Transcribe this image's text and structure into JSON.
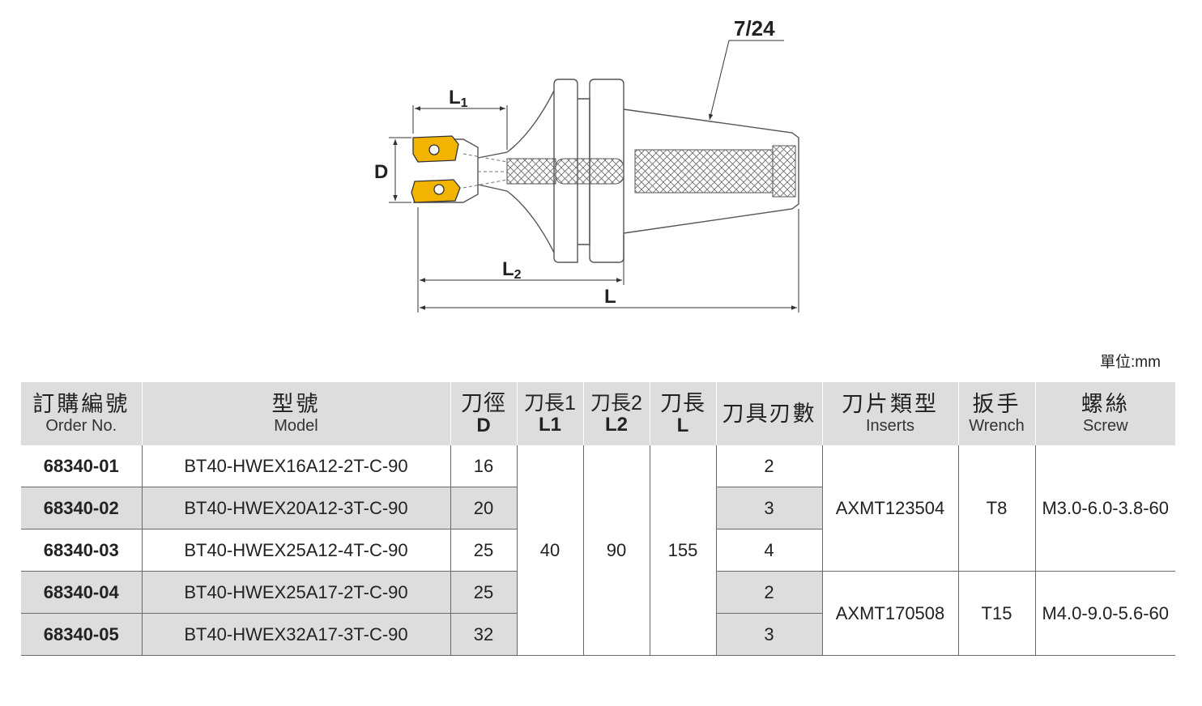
{
  "diagram": {
    "labels": {
      "taper": "7/24",
      "L1": "L",
      "L1_sub": "1",
      "D": "D",
      "L2": "L",
      "L2_sub": "2",
      "L": "L"
    },
    "colors": {
      "insert": "#f2b400",
      "line": "#555555"
    }
  },
  "unit_label": "單位:mm",
  "table": {
    "headers": {
      "order": {
        "zh": "訂購編號",
        "en": "Order No."
      },
      "model": {
        "zh": "型號",
        "en": "Model"
      },
      "d": {
        "zh": "刀徑",
        "sym": "D"
      },
      "l1": {
        "zh": "刀長1",
        "sym": "L1"
      },
      "l2": {
        "zh": "刀長2",
        "sym": "L2"
      },
      "l": {
        "zh": "刀長",
        "sym": "L"
      },
      "teeth": {
        "zh": "刀具刃數"
      },
      "inserts": {
        "zh": "刀片類型",
        "en": "Inserts"
      },
      "wrench": {
        "zh": "扳手",
        "en": "Wrench"
      },
      "screw": {
        "zh": "螺絲",
        "en": "Screw"
      }
    },
    "rows": [
      {
        "order": "68340-01",
        "model": "BT40-HWEX16A12-2T-C-90",
        "d": "16",
        "teeth": "2"
      },
      {
        "order": "68340-02",
        "model": "BT40-HWEX20A12-3T-C-90",
        "d": "20",
        "teeth": "3"
      },
      {
        "order": "68340-03",
        "model": "BT40-HWEX25A12-4T-C-90",
        "d": "25",
        "teeth": "4"
      },
      {
        "order": "68340-04",
        "model": "BT40-HWEX25A17-2T-C-90",
        "d": "25",
        "teeth": "2"
      },
      {
        "order": "68340-05",
        "model": "BT40-HWEX32A17-3T-C-90",
        "d": "32",
        "teeth": "3"
      }
    ],
    "shared": {
      "l1": "40",
      "l2": "90",
      "l": "155"
    },
    "groups": [
      {
        "inserts": "AXMT123504",
        "wrench": "T8",
        "screw": "M3.0-6.0-3.8-60"
      },
      {
        "inserts": "AXMT170508",
        "wrench": "T15",
        "screw": "M4.0-9.0-5.6-60"
      }
    ]
  }
}
